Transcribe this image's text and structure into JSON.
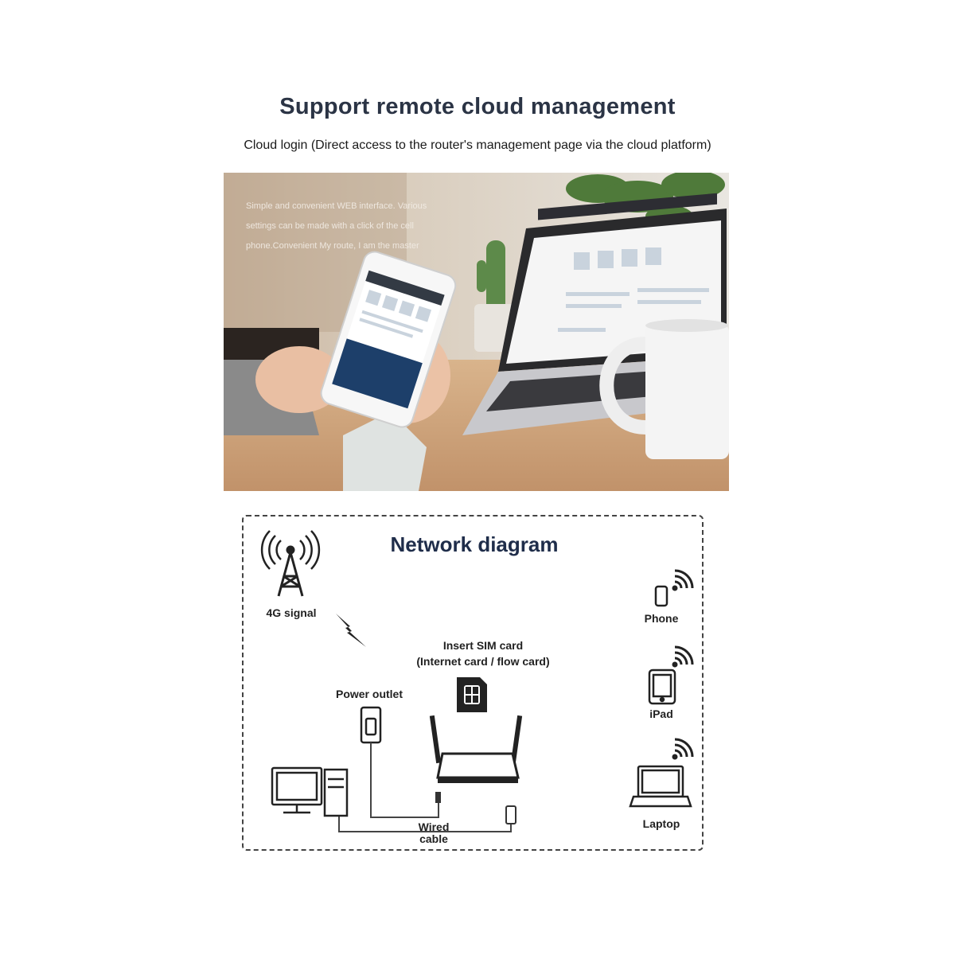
{
  "header": {
    "title": "Support remote cloud management",
    "subtitle": "Cloud login (Direct access to the router's management page via the cloud platform)"
  },
  "photo": {
    "caption_lines": [
      "Simple and convenient WEB interface. Various",
      "settings can be made with a click of the cell",
      "phone.Convenient My route, I am the master"
    ]
  },
  "diagram": {
    "title": "Network diagram",
    "labels": {
      "tower": "4G signal",
      "sim_line1": "Insert SIM card",
      "sim_line2": "(Internet card / flow card)",
      "power": "Power outlet",
      "cable_line1": "Wired",
      "cable_line2": "cable",
      "phone": "Phone",
      "ipad": "iPad",
      "laptop": "Laptop"
    }
  },
  "colors": {
    "title": "#2b3445",
    "diagram_title": "#1f2d4a",
    "border": "#444444"
  }
}
